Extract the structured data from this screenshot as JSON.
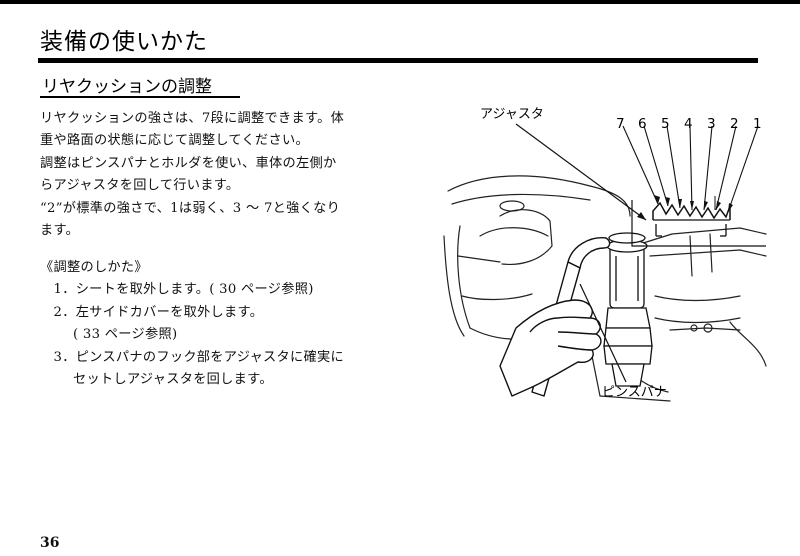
{
  "chapter": {
    "title": "装備の使いかた"
  },
  "section": {
    "title": "リヤクッションの調整"
  },
  "intro": {
    "lines": [
      "リヤクッションの強さは、7段に調整できます。体",
      "重や路面の状態に応じて調整してください。",
      "調整はピンスパナとホルダを使い、車体の左側か",
      "らアジャスタを回して行います。",
      "“2”が標準の強さで、1は弱く、3 ～ 7と強くなり",
      "ます。"
    ]
  },
  "procedure": {
    "heading": "《調整のしかた》",
    "steps": [
      {
        "num": "1．",
        "text": "シートを取外します。( 30 ページ参照)"
      },
      {
        "num": "2．",
        "text": "左サイドカバーを取外します。"
      },
      {
        "num": "",
        "text": "( 33 ページ参照)"
      },
      {
        "num": "3．",
        "text": "ピンスパナのフック部をアジャスタに確実に"
      },
      {
        "num": "",
        "text": "セットしアジャスタを回します。"
      }
    ]
  },
  "figure": {
    "label_adjuster": "アジャスタ",
    "label_pin_spanner": "ピンスパナ",
    "scale_numbers": [
      "7",
      "6",
      "5",
      "4",
      "3",
      "2",
      "1"
    ]
  },
  "page": {
    "number": "36"
  }
}
